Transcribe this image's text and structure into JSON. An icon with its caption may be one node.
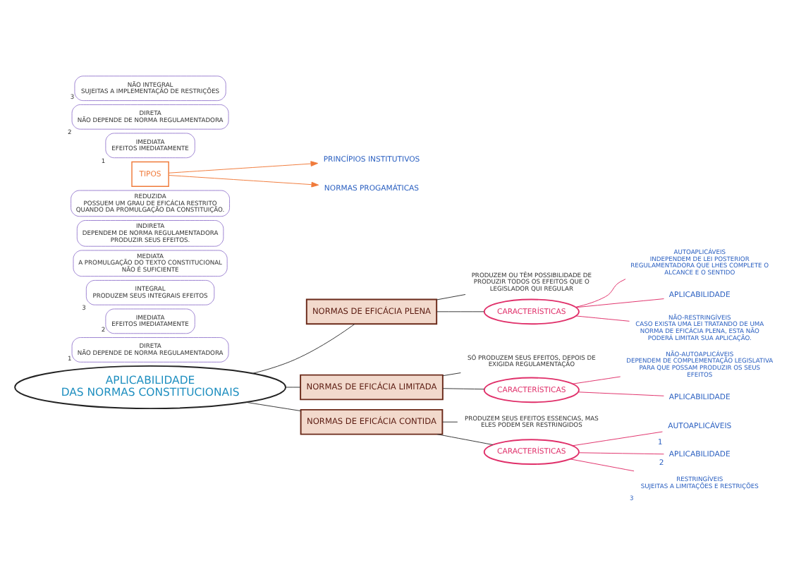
{
  "diagram": {
    "nodes": [
      {
        "text": [
          "APLICABILIDADE",
          "DAS NORMAS CONSTITUCIONAIS"
        ]
      },
      {
        "text": [
          "NORMAS DE EFICÁCIA PLENA"
        ]
      },
      {
        "text": [
          "PRODUZEM OU TÊM POSSIBILIDADE DE PRODUZIR TODOS OS EFEITOS QUE O LEGISLADOR QUI REGULAR"
        ]
      },
      {
        "text": [
          "CARACTERÍSTICAS"
        ]
      },
      {
        "text": [
          "AUTOAPLICÁVEIS",
          "INDEPENDEM DE LEI POSTERIOR REGULAMENTADORA QUE LHES COMPLETE O ALCANCE E O SENTIDO"
        ]
      },
      {
        "text": [
          "APLICABILIDADE"
        ]
      },
      {
        "text": [
          "DIRETA",
          "NÃO DEPENDE DE NORMA REGULAMENTADORA"
        ],
        "beside": [
          "1"
        ]
      },
      {
        "text": [
          "IMEDIATA",
          "EFEITOS IMEDIATAMENTE"
        ],
        "beside": [
          "2"
        ]
      },
      {
        "text": [
          "INTEGRAL",
          "PRODUZEM SEUS INTEGRAIS EFEITOS"
        ],
        "beside": [
          "3"
        ]
      },
      {
        "text": [
          "NÃO-RESTRINGÍVEIS",
          "CASO EXISTA UMA LEI TRATANDO DE UMA NORMA DE EFICÁCIA PLENA, ESTA NÃO PODERÁ LIMITAR SUA APLICAÇÃO."
        ]
      },
      {
        "text": [
          "NORMAS DE EFICÁCIA LIMITADA"
        ]
      },
      {
        "text": [
          "SÓ PRODUZEM SEUS EFEITOS, DEPOIS DE EXIGIDA REGULAMENTAÇÃO"
        ]
      },
      {
        "text": [
          "CARACTERÍSTICAS"
        ]
      },
      {
        "text": [
          "NÃO-AUTOAPLICÁVEIS",
          "DEPENDEM DE COMPLEMENTAÇÃO LEGISLATIVA PARA QUE POSSAM PRODUZIR OS SEUS EFEITOS"
        ]
      },
      {
        "text": [
          "APLICABILIDADE"
        ]
      },
      {
        "text": [
          "MEDIATA",
          "A PROMULGAÇÃO DO TEXTO CONSTITUCIONAL NÃO É SUFICIENTE"
        ]
      },
      {
        "text": [
          "INDIRETA",
          "DEPENDEM DE NORMA REGULAMENTADORA PRODUZIR SEUS EFEITOS."
        ]
      },
      {
        "text": [
          "REDUZIDA",
          "POSSUEM UM GRAU DE EFICÁCIA RESTRITO QUANDO DA PROMULGAÇÃO DA CONSTITUIÇÃO."
        ]
      },
      {
        "text": [
          "TIPOS"
        ]
      },
      {
        "text": [
          "PRINCÍPIOS INSTITUTIVOS"
        ]
      },
      {
        "text": [
          "NORMAS PROGAMÁTICAS"
        ]
      },
      {
        "text": [
          "NORMAS DE EFICÁCIA CONTIDA"
        ]
      },
      {
        "text": [
          "PRODUZEM SEUS EFEITOS ESSENCIAS, MAS ELES PODEM SER RESTRINGIDOS"
        ]
      },
      {
        "text": [
          "CARACTERÍSTICAS"
        ]
      },
      {
        "text": [
          "AUTOAPLICÁVEIS"
        ],
        "beside": [
          "1"
        ]
      },
      {
        "text": [
          "APLICABILIDADE"
        ],
        "beside": [
          "2"
        ]
      },
      {
        "text": [
          "IMEDIATA",
          "EFEITOS IMEDIATAMENTE"
        ],
        "beside": [
          "1"
        ]
      },
      {
        "text": [
          "DIRETA",
          "NÃO DEPENDE DE NORMA REGULAMENTADORA"
        ],
        "beside": [
          "2"
        ]
      },
      {
        "text": [
          "NÃO INTEGRAL",
          "SUJEITAS A IMPLEMENTAÇÃO DE RESTRIÇÕES"
        ],
        "beside": [
          "3"
        ]
      },
      {
        "text": [
          "RESTRINGÍVEIS",
          "SUJEITAS A LIMITAÇÕES E RESTRIÇÕES"
        ],
        "beside": [
          "3"
        ]
      }
    ],
    "edges": [
      {
        "from": 0,
        "to": 1,
        "arrow": "none"
      },
      {
        "from": 0,
        "to": 10,
        "arrow": "none"
      },
      {
        "from": 0,
        "to": 21,
        "arrow": "none"
      },
      {
        "from": 1,
        "to": 2,
        "arrow": "none"
      },
      {
        "from": 1,
        "to": 3,
        "arrow": "none"
      },
      {
        "from": 3,
        "to": 4,
        "arrow": "none",
        "color": "#e0306a"
      },
      {
        "from": 3,
        "to": 5,
        "arrow": "none",
        "color": "#e0306a"
      },
      {
        "from": 3,
        "to": 9,
        "arrow": "none",
        "color": "#e0306a"
      },
      {
        "from": 10,
        "to": 11,
        "arrow": "none"
      },
      {
        "from": 10,
        "to": 12,
        "arrow": "none"
      },
      {
        "from": 12,
        "to": 13,
        "arrow": "none",
        "color": "#e0306a"
      },
      {
        "from": 12,
        "to": 14,
        "arrow": "none",
        "color": "#e0306a"
      },
      {
        "from": 18,
        "to": 19,
        "arrow": "to",
        "color": "#f07a3a"
      },
      {
        "from": 18,
        "to": 20,
        "arrow": "to",
        "color": "#f07a3a"
      },
      {
        "from": 21,
        "to": 22,
        "arrow": "none"
      },
      {
        "from": 21,
        "to": 23,
        "arrow": "none"
      },
      {
        "from": 23,
        "to": 24,
        "arrow": "none",
        "color": "#e0306a"
      },
      {
        "from": 23,
        "to": 25,
        "arrow": "none",
        "color": "#e0306a"
      },
      {
        "from": 23,
        "to": 29,
        "arrow": "none",
        "color": "#e0306a"
      }
    ]
  }
}
